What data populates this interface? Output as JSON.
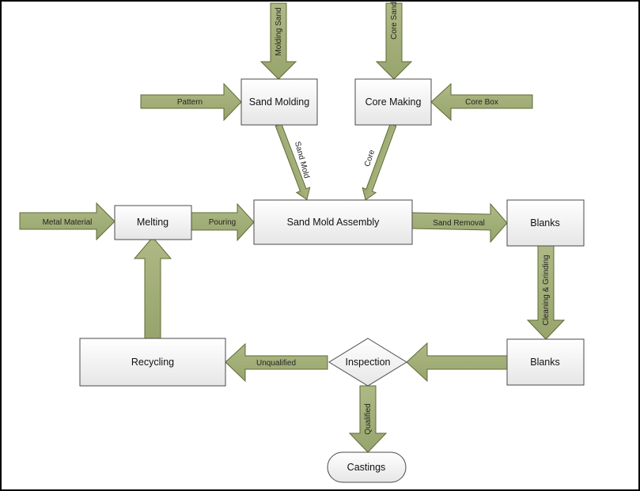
{
  "colors": {
    "arrow_fill": "#a2ae78",
    "arrow_stroke": "#5e6b35",
    "box_fill": "#f2f2f2",
    "box_stroke": "#4a4a4a"
  },
  "nodes": {
    "sand_molding": "Sand Molding",
    "core_making": "Core Making",
    "sand_mold_assembly": "Sand Mold Assembly",
    "melting": "Melting",
    "blanks_1": "Blanks",
    "blanks_2": "Blanks",
    "recycling": "Recycling",
    "inspection": "Inspection",
    "castings": "Castings"
  },
  "edges": {
    "molding_sand": "Molding Sand",
    "core_sand": "Core Sand",
    "pattern": "Pattern",
    "core_box": "Core Box",
    "sand_mold": "Sand Mold",
    "core": "Core",
    "metal_material": "Metal Material",
    "pouring": "Pouring",
    "sand_removal": "Sand Removal",
    "cleaning_grinding": "Cleaning & Grinding",
    "unqualified": "Unqualified",
    "qualified": "Qualified"
  }
}
